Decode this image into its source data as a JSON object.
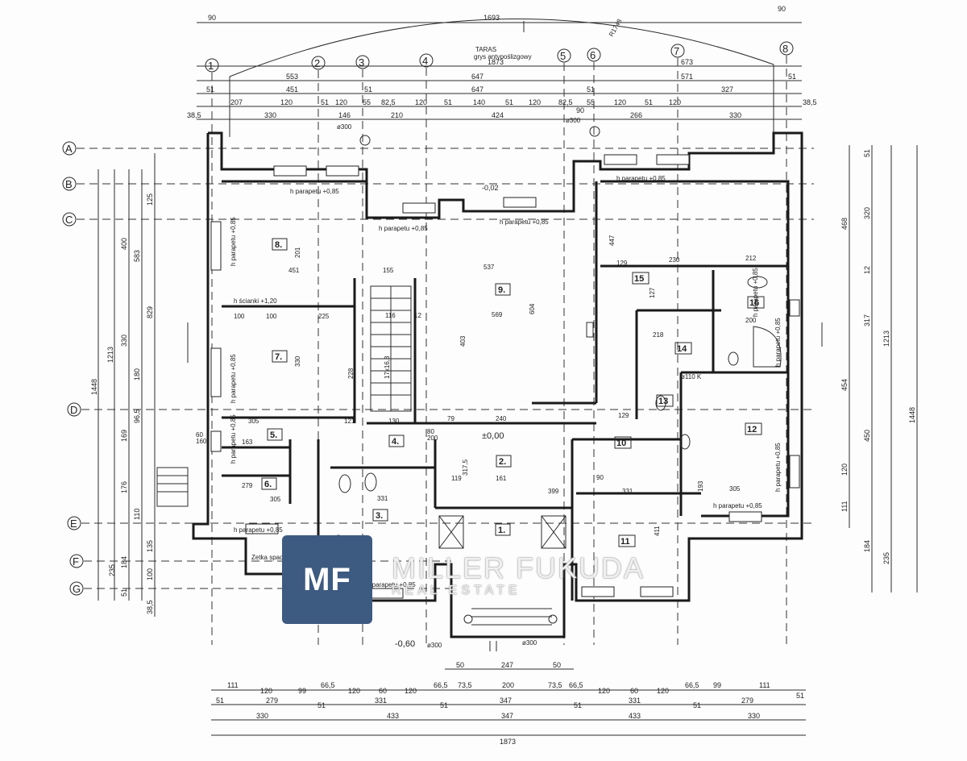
{
  "axis_numbers": [
    "1",
    "2",
    "3",
    "4",
    "5",
    "6",
    "7",
    "8"
  ],
  "axis_letters": [
    "A",
    "B",
    "C",
    "D",
    "E",
    "F",
    "G"
  ],
  "top_dims": {
    "row0": [
      "90",
      "1693",
      "90"
    ],
    "row1": [
      "1873",
      "673"
    ],
    "row2": [
      "553",
      "647",
      "571",
      "51"
    ],
    "row3": [
      "51",
      "451",
      "51",
      "647",
      "51",
      "327"
    ],
    "row4": [
      "207",
      "120",
      "51",
      "120",
      "55",
      "82,5",
      "120",
      "51",
      "140",
      "51",
      "120",
      "82,5",
      "55",
      "120",
      "51",
      "120",
      "38,5"
    ],
    "row5": [
      "38,5",
      "330",
      "146",
      "210",
      "424",
      "90",
      "266",
      "330"
    ]
  },
  "bottom_dims": {
    "row1": [
      "111",
      "120",
      "99",
      "66,5",
      "120",
      "60",
      "120",
      "66,5",
      "73,5",
      "200",
      "73,5",
      "66,5",
      "120",
      "60",
      "120",
      "66,5",
      "99",
      "111"
    ],
    "row2": [
      "51",
      "279",
      "51",
      "331",
      "51",
      "347",
      "51",
      "331",
      "51",
      "279",
      "51"
    ],
    "row3": [
      "330",
      "433",
      "347",
      "433",
      "330"
    ],
    "row4": [
      "1873"
    ],
    "entry": [
      "50",
      "247",
      "50"
    ]
  },
  "left_dims": [
    "1448",
    "1213",
    "400",
    "583",
    "829",
    "330",
    "180",
    "96,5",
    "169",
    "176",
    "110",
    "235",
    "184",
    "135",
    "100",
    "38,5",
    "51",
    "125"
  ],
  "right_dims": [
    "468",
    "320",
    "317",
    "454",
    "450",
    "120",
    "111",
    "184",
    "235",
    "1213",
    "1448",
    "51",
    "12"
  ],
  "labels": {
    "taras": "TARAS",
    "taras_sub": "grys antypoślizgowy",
    "radius": "R1748",
    "level_top": "-0,02",
    "level_main": "±0,00",
    "level_bottom": "-0,60",
    "sill_085": "h parapetu +0,85",
    "wall_120": "h ścianki +1,20",
    "sill_p085": "h parapetu +0,85",
    "column": "ø300",
    "gutter": "ø110 K",
    "entry_step": "Zetka spad 0,00",
    "stair": "17x16,3"
  },
  "rooms": [
    "8.",
    "9.",
    "7.",
    "5.",
    "4.",
    "2.",
    "6.",
    "3.",
    "1.",
    "10",
    "11",
    "12",
    "13",
    "14",
    "15",
    "16"
  ],
  "interior_dims": [
    "201",
    "537",
    "155",
    "451",
    "225",
    "100",
    "100",
    "330",
    "228",
    "116",
    "12",
    "569",
    "403",
    "604",
    "447",
    "129",
    "230",
    "212",
    "218",
    "127",
    "200",
    "305",
    "163",
    "121",
    "130",
    "79",
    "240",
    "129",
    "90",
    "279",
    "305",
    "331",
    "161",
    "399",
    "119",
    "317,5",
    "331",
    "305",
    "411",
    "193",
    "80",
    "200",
    "60",
    "160"
  ],
  "brand": {
    "initials": "MF",
    "name": "MILLER FUKUDA",
    "tagline": "REAL ESTATE"
  },
  "colors": {
    "ink": "#1a1a1a",
    "logo_bg": "#3d5a80",
    "paper": "#fdfdfd"
  }
}
